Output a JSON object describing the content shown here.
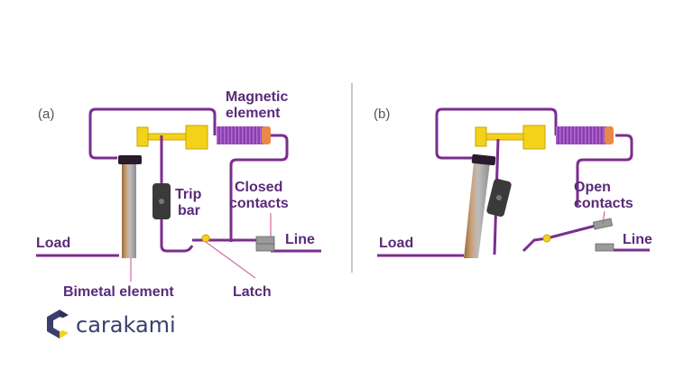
{
  "panels": {
    "a": {
      "tag": "(a)",
      "labels": {
        "magnetic_1": "Magnetic",
        "magnetic_2": "element",
        "trip_1": "Trip",
        "trip_2": "bar",
        "closed_1": "Closed",
        "closed_2": "contacts",
        "load": "Load",
        "line": "Line",
        "bimetal": "Bimetal element",
        "latch": "Latch"
      }
    },
    "b": {
      "tag": "(b)",
      "labels": {
        "open_1": "Open",
        "open_2": "contacts",
        "load": "Load",
        "line": "Line"
      }
    }
  },
  "logo": {
    "text": "carakami",
    "icon": "carakami-logo-icon"
  },
  "colors": {
    "wire": "#7b2d8e",
    "label": "#5a2a7a",
    "coil": "#8a3fae",
    "coil_end": "#e8894a",
    "yellow": "#f2d21b",
    "trip_bar": "#3a3a3a",
    "logo_blue": "#3a3f6e",
    "logo_yellow": "#f2d21b"
  }
}
